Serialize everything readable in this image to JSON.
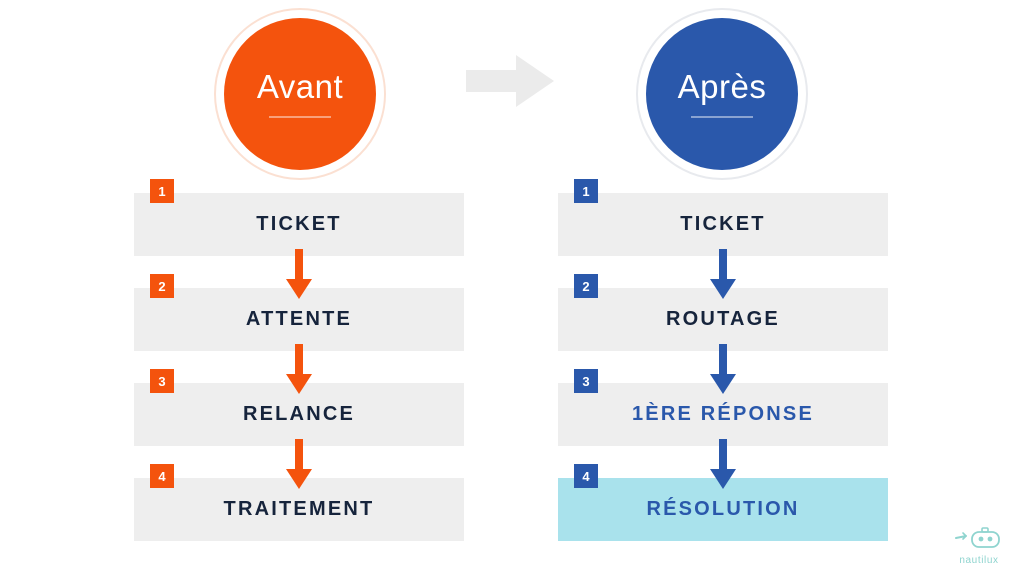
{
  "header": {
    "before": {
      "label": "Avant",
      "color": "#f4530d",
      "ring_color": "#fbe0d2"
    },
    "after": {
      "label": "Après",
      "color": "#2a58ab",
      "ring_color": "#e8eaee"
    },
    "transition_icon": "arrow-right-icon",
    "transition_color": "#ebebeb"
  },
  "columns": {
    "before": {
      "accent": "#f4530d",
      "steps": [
        {
          "number": "1",
          "label": "TICKET"
        },
        {
          "number": "2",
          "label": "ATTENTE"
        },
        {
          "number": "3",
          "label": "RELANCE"
        },
        {
          "number": "4",
          "label": "TRAITEMENT"
        }
      ]
    },
    "after": {
      "accent": "#2a58ab",
      "highlight_color": "#a9e2ec",
      "steps": [
        {
          "number": "1",
          "label": "TICKET"
        },
        {
          "number": "2",
          "label": "ROUTAGE"
        },
        {
          "number": "3",
          "label": "1ÈRE RÉPONSE"
        },
        {
          "number": "4",
          "label": "RÉSOLUTION"
        }
      ]
    }
  },
  "logo": {
    "name": "nautilux",
    "icon": "robot-head-icon",
    "color": "#8fd4cf"
  }
}
